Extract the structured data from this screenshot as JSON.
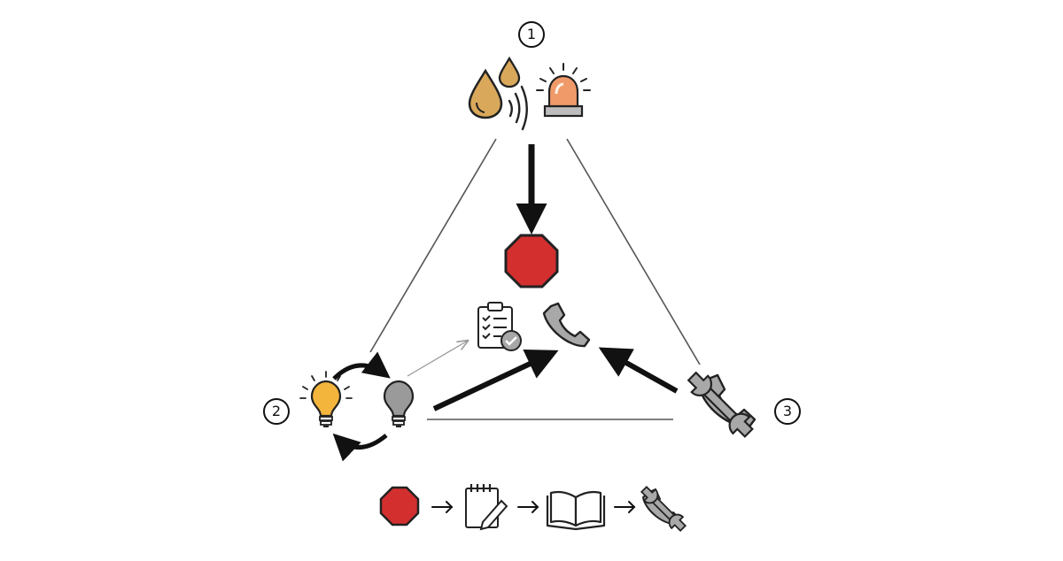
{
  "markers": {
    "corner_1": "1",
    "corner_2": "2",
    "corner_3": "3"
  },
  "colors": {
    "line": "#111111",
    "triangle": "#555555",
    "stop_red": "#d32f2f",
    "drop_tan": "#d9a85a",
    "siren_orange": "#f09a6a",
    "bulb_yellow": "#f3b53c",
    "icon_grey": "#9a9a9a"
  },
  "icons": {
    "top": [
      "water-drops-icon",
      "sensor-waves-icon",
      "alarm-siren-icon"
    ],
    "center": [
      "stop-sign-icon",
      "checklist-clipboard-icon",
      "phone-icon"
    ],
    "left": [
      "lit-bulb-icon",
      "unlit-bulb-icon",
      "cycle-arrows-icon"
    ],
    "right": [
      "phone-wrench-icon"
    ],
    "bottom_flow": [
      "stop-sign-icon",
      "notepad-pencil-icon",
      "open-book-icon",
      "phone-wrench-icon"
    ]
  }
}
